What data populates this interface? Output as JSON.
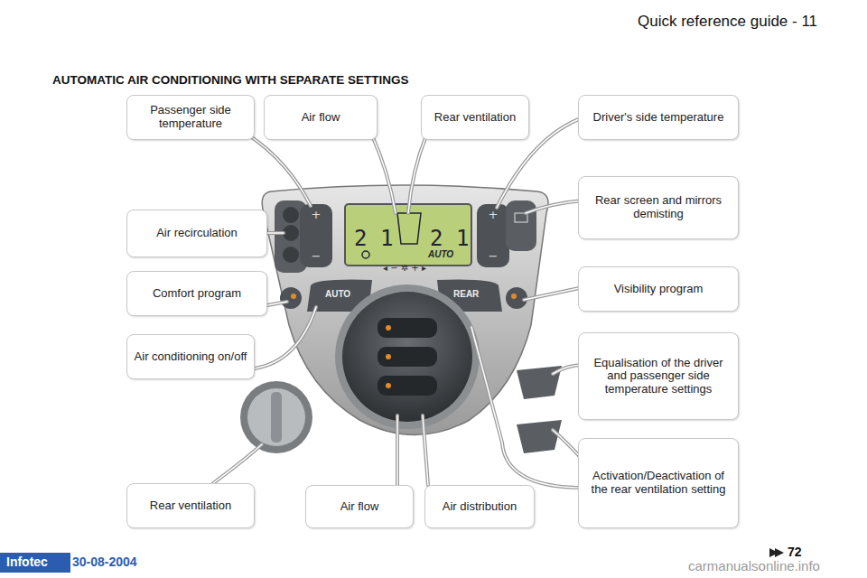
{
  "diagram": {
    "title": "AUTOMATIC AIR CONDITIONING WITH SEPARATE SETTINGS",
    "nodes": [
      {
        "text": [
          "Passenger side temperature"
        ]
      },
      {
        "text": [
          "Air flow"
        ]
      },
      {
        "text": [
          "Rear ventilation"
        ]
      },
      {
        "text": [
          "Driver's side temperature"
        ]
      },
      {
        "text": [
          "Air recirculation"
        ]
      },
      {
        "text": [
          "Rear screen and mirrors demisting"
        ]
      },
      {
        "text": [
          "Comfort program"
        ]
      },
      {
        "text": [
          "Visibility program"
        ]
      },
      {
        "text": [
          "Air conditioning on/off"
        ]
      },
      {
        "text": [
          "Equalisation of the driver and passenger side temperature settings"
        ]
      },
      {
        "text": [
          "Activation/Deactivation of the rear ventilation setting"
        ]
      },
      {
        "text": [
          "Rear ventilation"
        ]
      },
      {
        "text": [
          "Air flow"
        ]
      },
      {
        "text": [
          "Air distribution"
        ]
      }
    ],
    "labels": [
      "Quick reference guide - 11",
      "AUTO",
      "AUTO",
      "REAR",
      "72",
      "Infotec",
      "30-08-2004",
      "carmanualsonline.info"
    ]
  }
}
